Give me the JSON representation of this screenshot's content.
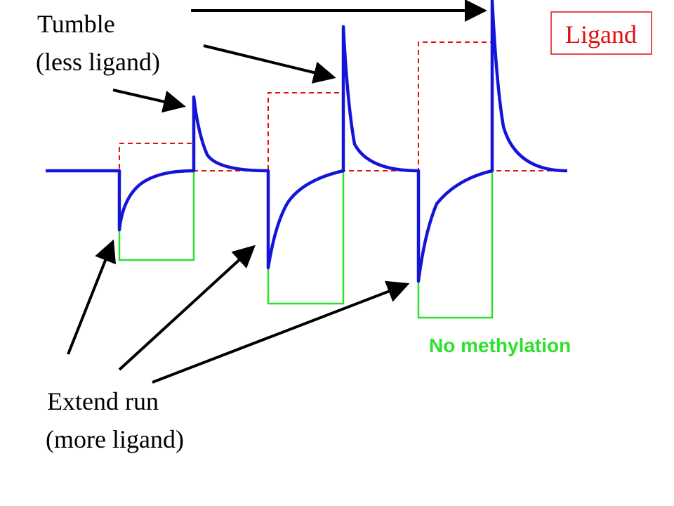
{
  "labels": {
    "tumble_line1": "Tumble",
    "tumble_line2": "(less ligand)",
    "extend_line1": "Extend run",
    "extend_line2": "(more ligand)",
    "no_methylation": "No methylation",
    "ligand_legend": "Ligand"
  },
  "colors": {
    "activity": "#1414d8",
    "ligand": "#e01010",
    "no_methylation": "#2ee02e",
    "arrow": "#000000",
    "legend_text": "#e01010",
    "legend_border": "#e01010",
    "no_methylation_text": "#2ee02e"
  },
  "steps": [
    {
      "ligand_level": 1
    },
    {
      "ligand_level": 2
    },
    {
      "ligand_level": 3
    }
  ]
}
